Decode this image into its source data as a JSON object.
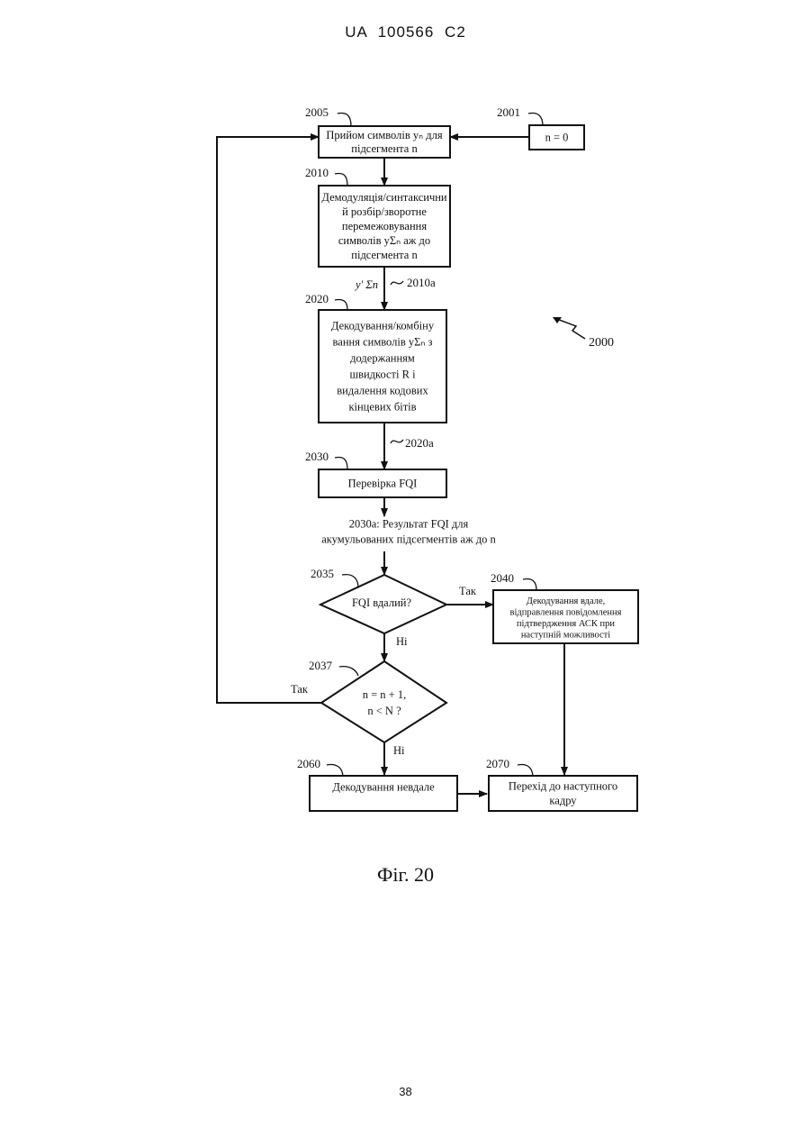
{
  "header": "UA 100566 C2",
  "page_number": "38",
  "caption": "Фіг. 20",
  "figure_ref": "2000",
  "refs": {
    "r2005": "2005",
    "r2001": "2001",
    "r2010": "2010",
    "r2010a": "2010a",
    "r2020": "2020",
    "r2020a": "2020a",
    "r2030": "2030",
    "r2035": "2035",
    "r2040": "2040",
    "r2037": "2037",
    "r2060": "2060",
    "r2070": "2070"
  },
  "nodes": {
    "n2001": [
      "n = 0"
    ],
    "n2005": [
      "Прийом символів yₙ для",
      "підсегмента n"
    ],
    "n2010": [
      "Демодуляція/синтаксични",
      "й розбір/зворотне",
      "перемежовування",
      "символів yΣₙ аж до",
      "підсегмента n"
    ],
    "n2020": [
      "Декодування/комбіну",
      "вання символів yΣₙ з",
      "додержанням",
      "швидкості R і",
      "видалення кодових",
      "кінцевих бітів"
    ],
    "n2030": [
      "Перевірка FQI"
    ],
    "n2035": [
      "FQI вдалий?"
    ],
    "n2037": [
      "n = n + 1,",
      "n < N ?"
    ],
    "n2040": [
      "Декодування вдале,",
      "відправлення повідомлення",
      "підтвердження АСК при",
      "наступній можливості"
    ],
    "n2060": [
      "Декодування невдале"
    ],
    "n2070": [
      "Перехід до наступного",
      "кадру"
    ]
  },
  "labels": {
    "y_sigma": "y' Σn",
    "result_2030a": [
      "2030a: Результат FQI для",
      "акумульованих підсегментів аж до n"
    ],
    "yes_2035": "Так",
    "no_2035": "Ні",
    "yes_2037": "Так",
    "no_2037": "Ні"
  }
}
